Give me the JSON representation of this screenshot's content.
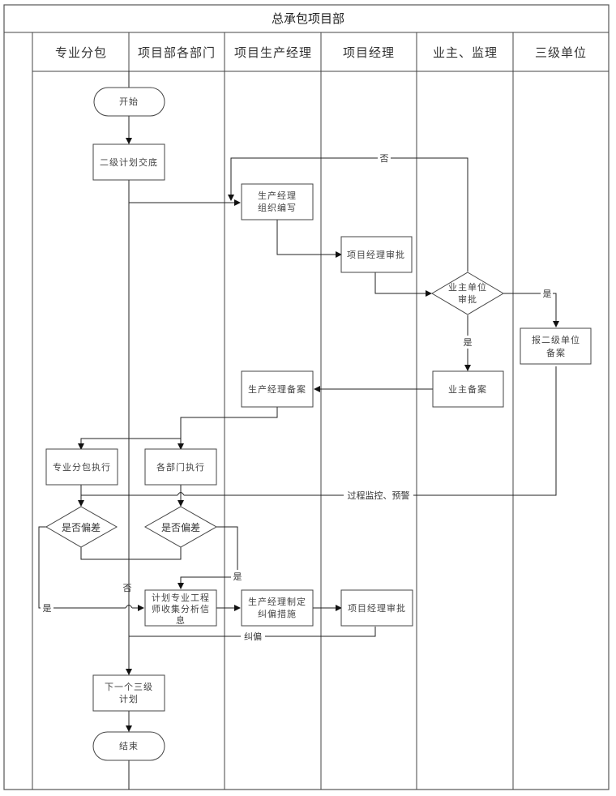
{
  "diagram": {
    "title": "总承包项目部",
    "lanes": [
      {
        "id": "subcontractor",
        "label": "专业分包"
      },
      {
        "id": "departments",
        "label": "项目部各部门"
      },
      {
        "id": "production_manager",
        "label": "项目生产经理"
      },
      {
        "id": "project_manager",
        "label": "项目经理"
      },
      {
        "id": "owner_supervisor",
        "label": "业主、监理"
      },
      {
        "id": "tier3_unit",
        "label": "三级单位"
      }
    ],
    "nodes": {
      "start": {
        "type": "terminator",
        "lane": "departments",
        "lines": [
          "开始"
        ]
      },
      "tier2_briefing": {
        "type": "process",
        "lane": "departments",
        "lines": [
          "二级计划交底"
        ]
      },
      "pm_organize": {
        "type": "process",
        "lane": "production_manager",
        "lines": [
          "生产经理",
          "组织编写"
        ]
      },
      "pjm_approve1": {
        "type": "process",
        "lane": "project_manager",
        "lines": [
          "项目经理审批"
        ]
      },
      "owner_approve": {
        "type": "decision",
        "lane": "owner_supervisor",
        "lines": [
          "业主单位",
          "审批"
        ]
      },
      "report_tier2": {
        "type": "process",
        "lane": "tier3_unit",
        "lines": [
          "报二级单位",
          "备案"
        ]
      },
      "owner_record": {
        "type": "process",
        "lane": "owner_supervisor",
        "lines": [
          "业主备案"
        ]
      },
      "pm_record": {
        "type": "process",
        "lane": "production_manager",
        "lines": [
          "生产经理备案"
        ]
      },
      "sub_execute": {
        "type": "process",
        "lane": "subcontractor",
        "lines": [
          "专业分包执行"
        ]
      },
      "dept_execute": {
        "type": "process",
        "lane": "departments",
        "lines": [
          "各部门执行"
        ]
      },
      "sub_deviation": {
        "type": "decision",
        "lane": "subcontractor",
        "lines": [
          "是否偏差"
        ]
      },
      "dept_deviation": {
        "type": "decision",
        "lane": "departments",
        "lines": [
          "是否偏差"
        ]
      },
      "collect_analyze": {
        "type": "process",
        "lane": "departments",
        "lines": [
          "计划专业工程",
          "师收集分析信",
          "息"
        ]
      },
      "pm_correct": {
        "type": "process",
        "lane": "production_manager",
        "lines": [
          "生产经理制定",
          "纠偏措施"
        ]
      },
      "pjm_approve2": {
        "type": "process",
        "lane": "project_manager",
        "lines": [
          "项目经理审批"
        ]
      },
      "next_plan": {
        "type": "process",
        "lane": "departments",
        "lines": [
          "下一个三级",
          "计划"
        ]
      },
      "end": {
        "type": "terminator",
        "lane": "departments",
        "lines": [
          "结束"
        ]
      }
    },
    "edge_labels": {
      "reject": "否",
      "approve_right": "是",
      "approve_down": "是",
      "monitor": "过程监控、预警",
      "sub_yes": "是",
      "dept_yes": "是",
      "no_deviation": "否",
      "correction": "纠偏"
    }
  }
}
